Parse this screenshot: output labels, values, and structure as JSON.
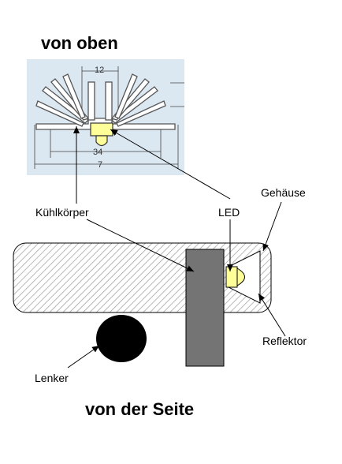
{
  "titles": {
    "top": "von oben",
    "bottom": "von der Seite"
  },
  "labels": {
    "heatsink": "Kühlkörper",
    "led": "LED",
    "housing": "Gehäuse",
    "reflector": "Reflektor",
    "handlebar": "Lenker"
  },
  "dimensions": {
    "top_width": "12",
    "inner_width": "34",
    "total_width": "7"
  },
  "colors": {
    "drawing_background": "#dbe8f2",
    "heatsink_side": "#747474",
    "led_body": "#ffff99",
    "handlebar": "#000000",
    "housing_hatch": "#9a9a9a"
  }
}
